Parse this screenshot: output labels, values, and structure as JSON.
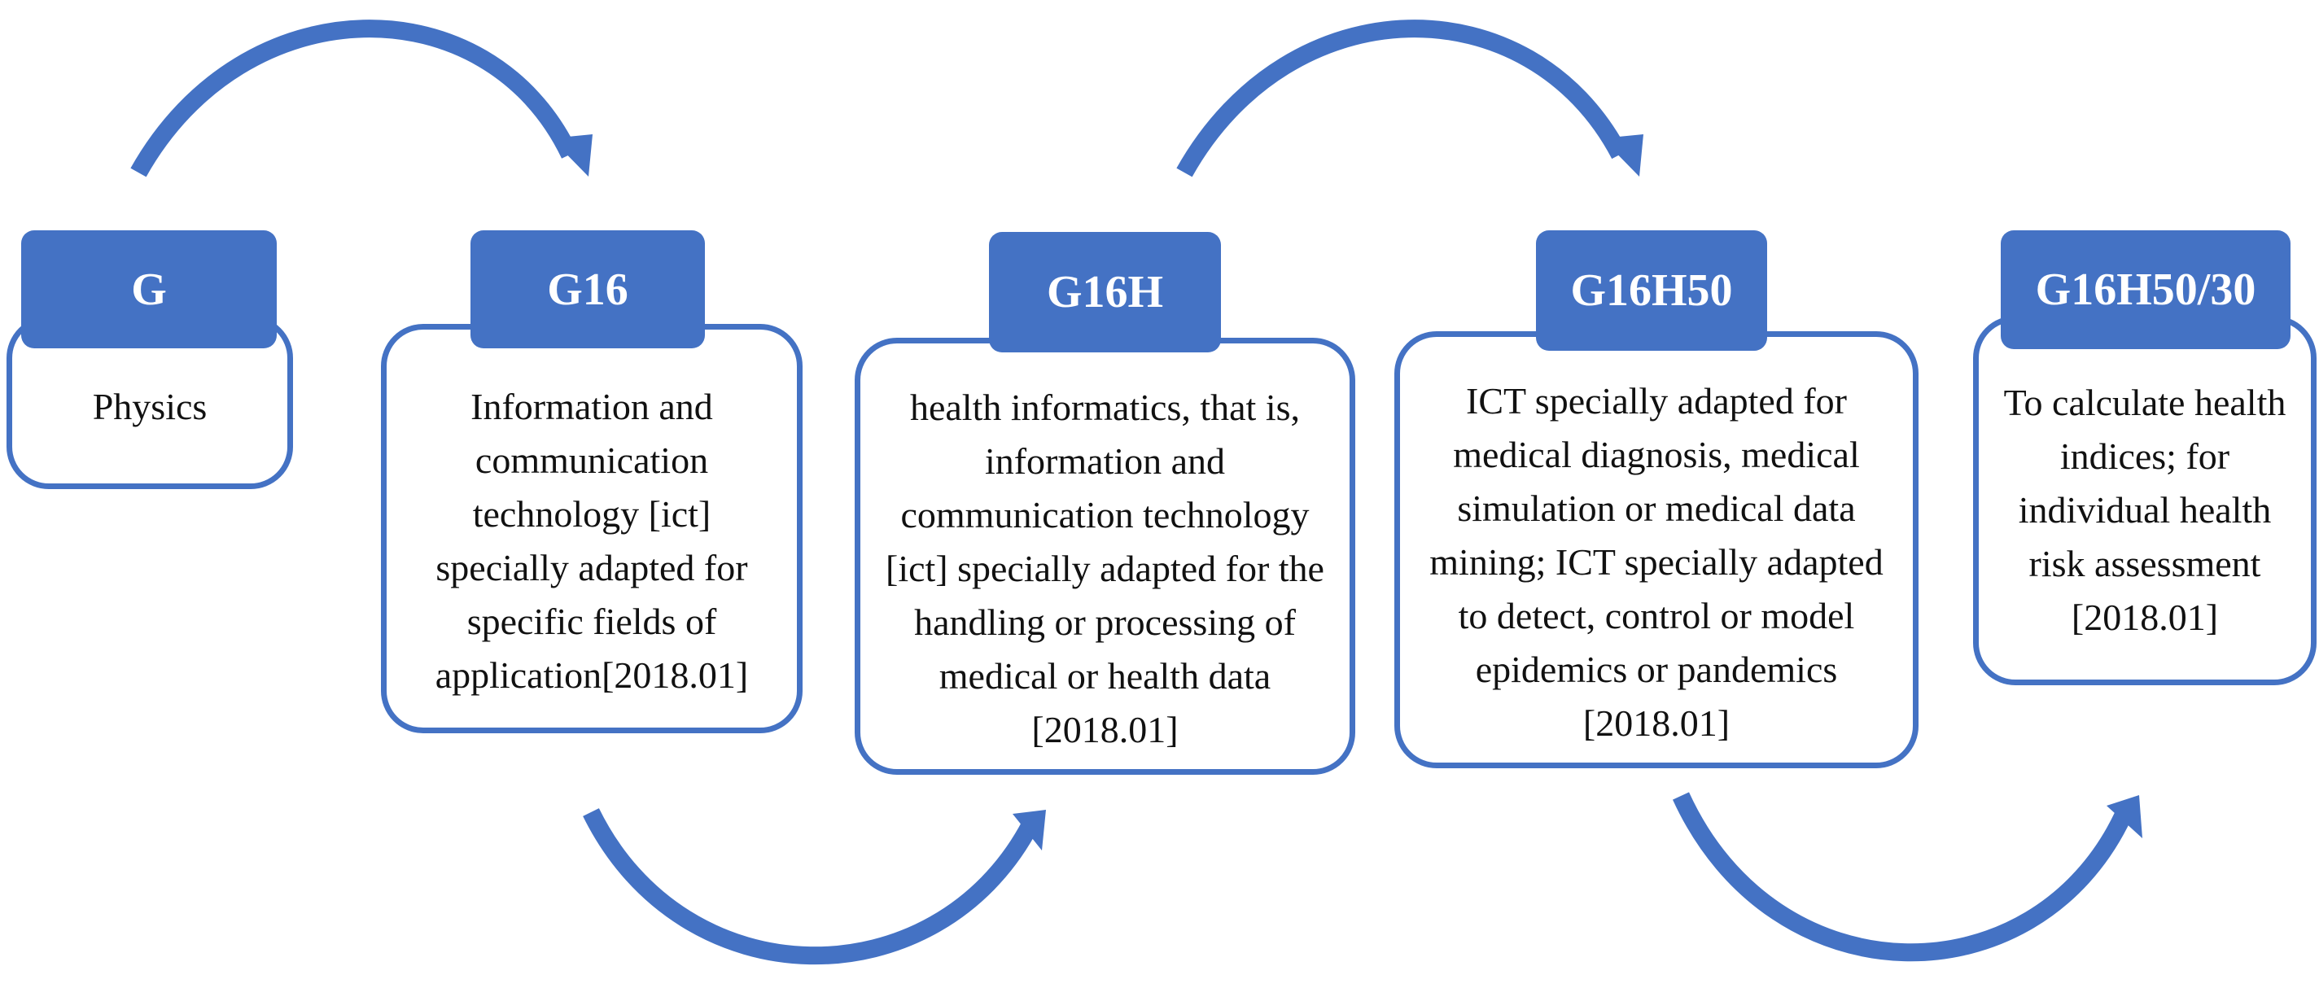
{
  "colors": {
    "accent": "#4472C4",
    "text": "#111111",
    "background": "#ffffff"
  },
  "nodes": [
    {
      "code": "G",
      "description": "Physics"
    },
    {
      "code": "G16",
      "description": "Information and communication technology [ict] specially adapted for specific fields of application[2018.01]"
    },
    {
      "code": "G16H",
      "description": "health informatics, that is, information and communication technology [ict] specially adapted for the handling or processing of medical or health data [2018.01]"
    },
    {
      "code": "G16H50",
      "description": "ICT specially adapted for medical diagnosis, medical simulation or medical data mining; ICT specially adapted to detect, control or model epidemics or pandemics [2018.01]"
    },
    {
      "code": "G16H50/30",
      "description": "To calculate health indices; for individual health risk assessment [2018.01]"
    }
  ],
  "edges": [
    {
      "from": "G",
      "to": "G16"
    },
    {
      "from": "G16",
      "to": "G16H"
    },
    {
      "from": "G16H",
      "to": "G16H50"
    },
    {
      "from": "G16H50",
      "to": "G16H50/30"
    }
  ]
}
